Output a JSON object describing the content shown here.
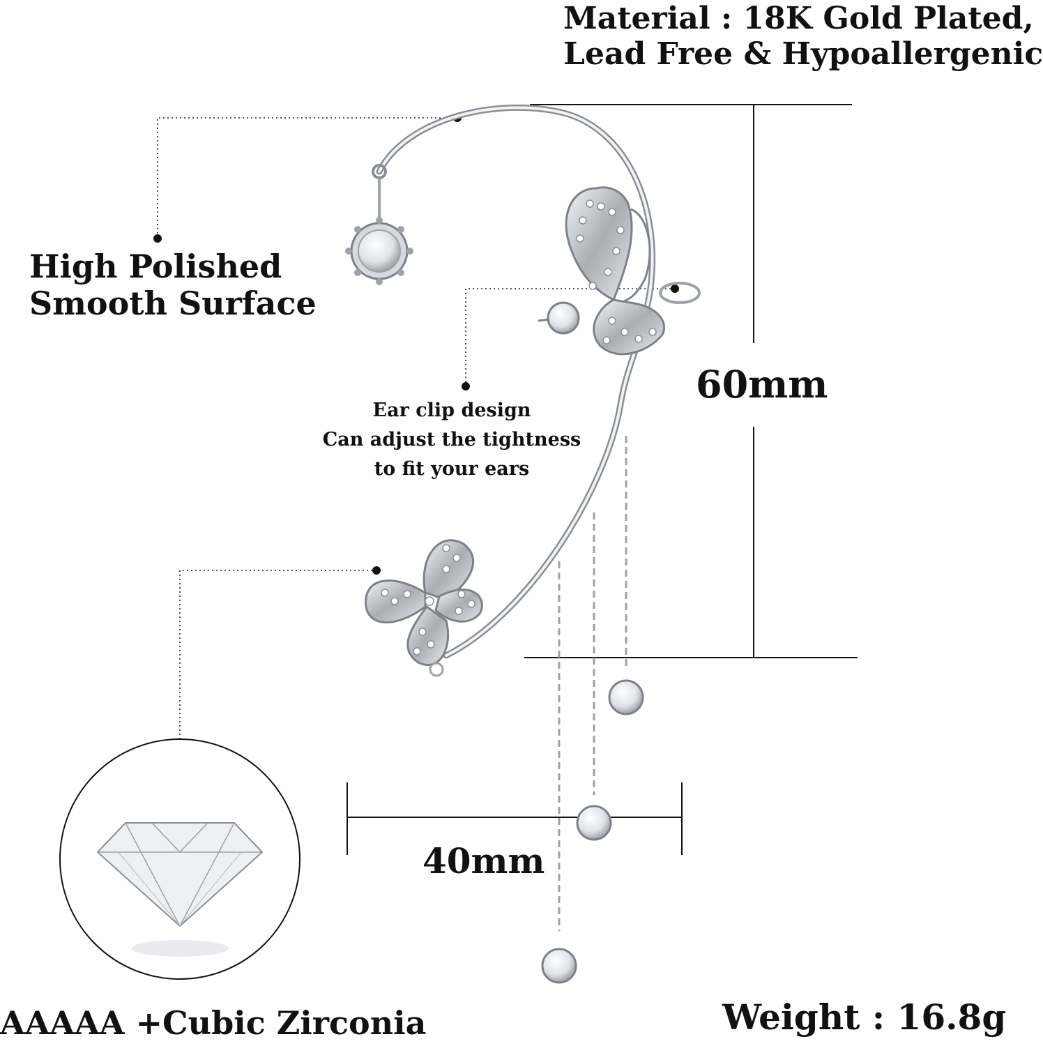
{
  "material": {
    "line1": "Material : 18K Gold Plated,",
    "line2": "Lead Free & Hypoallergenic"
  },
  "surface": {
    "line1": "High Polished",
    "line2": "Smooth Surface"
  },
  "ear_clip": {
    "line1": "Ear clip design",
    "line2": "Can adjust the tightness",
    "line3": "to fit your ears"
  },
  "dimensions": {
    "height_label": "60mm",
    "width_label": "40mm"
  },
  "weight": "Weight : 16.8g",
  "stone": "AAAAA +Cubic Zirconia",
  "colors": {
    "metal": "#b9bcc2",
    "metal_dark": "#7d8188",
    "text": "#111111"
  }
}
